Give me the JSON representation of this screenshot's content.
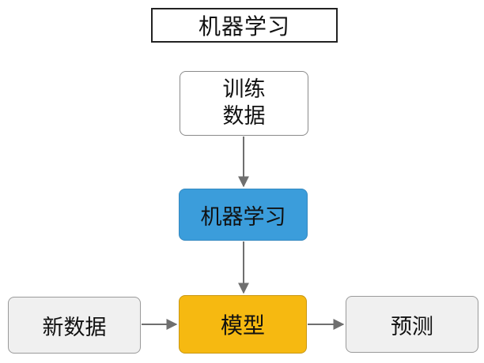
{
  "title": "机器学习",
  "nodes": {
    "training_data": {
      "line1": "训练",
      "line2": "数据"
    },
    "machine_learning": "机器学习",
    "new_data": "新数据",
    "model": "模型",
    "prediction": "预测"
  },
  "colors": {
    "ml_box": "#3b9ddb",
    "model_box": "#f6b911",
    "gray_box": "#f0f0f0",
    "arrow": "#6f6f6f"
  }
}
